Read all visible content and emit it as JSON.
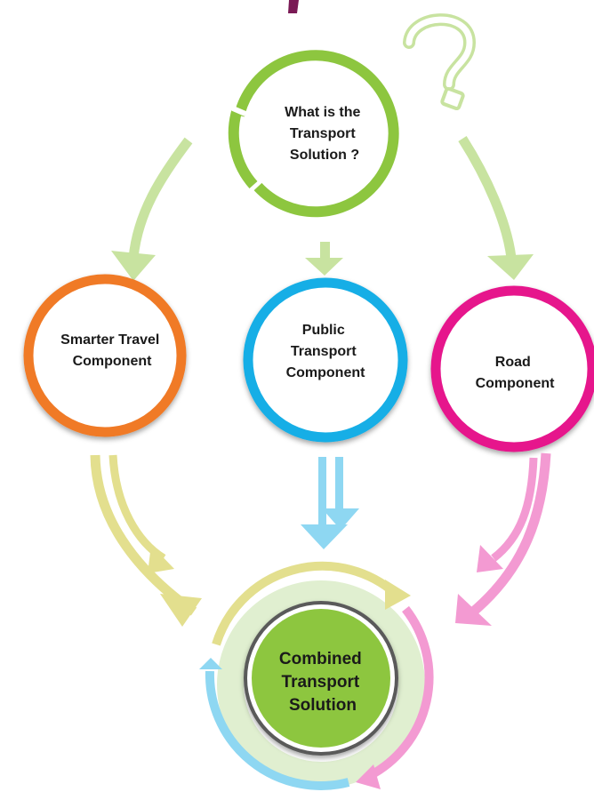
{
  "diagram": {
    "question": {
      "lines": [
        "What is the",
        "Transport",
        "Solution ?"
      ]
    },
    "components": [
      {
        "id": "smarter-travel",
        "lines": [
          "Smarter Travel",
          "Component"
        ],
        "color": "#f07a25"
      },
      {
        "id": "public-transport",
        "lines": [
          "Public",
          "Transport",
          "Component"
        ],
        "color": "#14aee6"
      },
      {
        "id": "road",
        "lines": [
          "Road",
          "Component"
        ],
        "color": "#e6168c"
      }
    ],
    "result": {
      "lines": [
        "Combined",
        "Transport",
        "Solution"
      ]
    },
    "colors": {
      "question_ring": "#8dc63f",
      "question_mark": "#c8e3a0",
      "down_arrows": "#c8e3a0",
      "smarter_arrow": "#e3df8e",
      "public_arrow": "#8ed7f2",
      "road_arrow": "#f39ad2",
      "result_fill": "#8dc63f",
      "result_halo": "#e0efd0"
    }
  }
}
